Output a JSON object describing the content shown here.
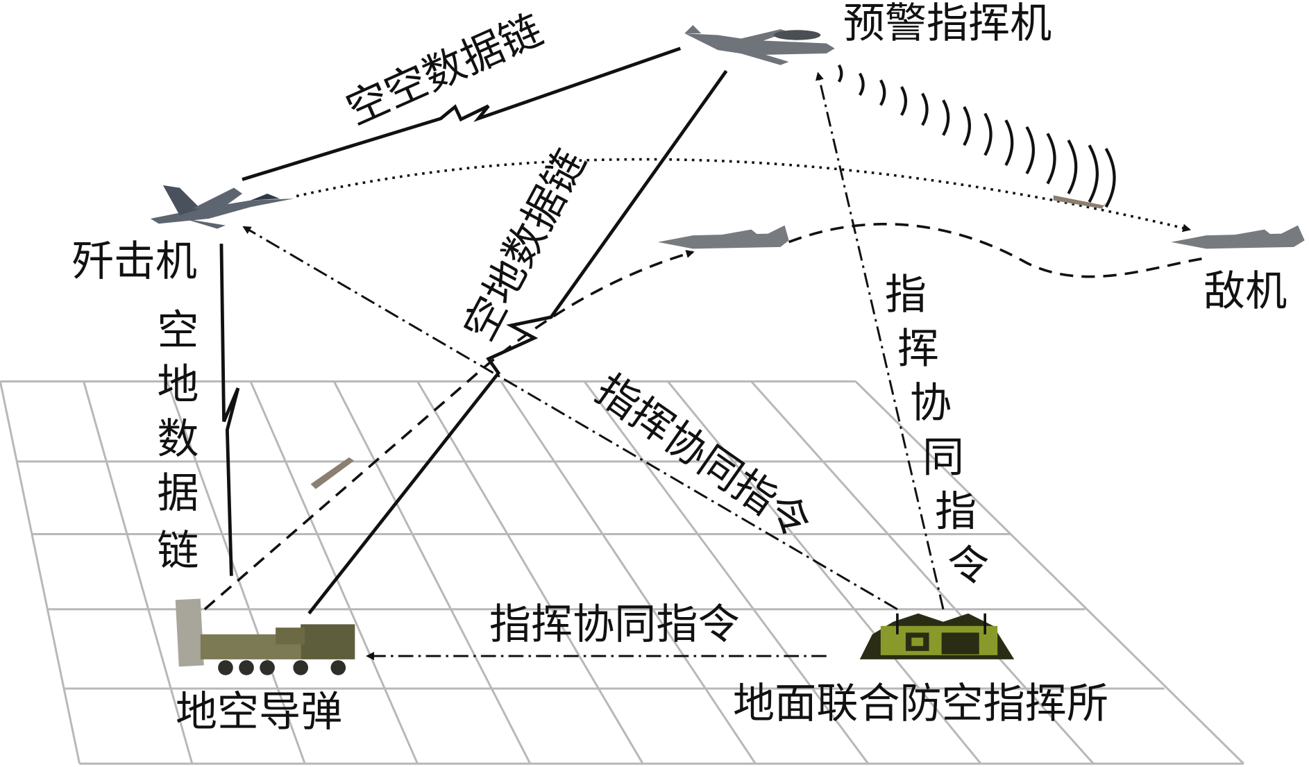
{
  "nodes": {
    "awacs": "预警指挥机",
    "fighter": "歼击机",
    "enemy": "敌机",
    "sam": "地空导弹",
    "command_post": "地面联合防空指挥所"
  },
  "links": {
    "air_air": "空空数据链",
    "air_ground_diag": "空地数据链",
    "air_ground_vert": [
      "空",
      "地",
      "数",
      "据",
      "链"
    ],
    "cmd_diag": "指挥协同指令",
    "cmd_vert": [
      "指",
      "挥",
      "协",
      "同",
      "指",
      "令"
    ],
    "cmd_horiz": "指挥协同指令"
  },
  "colors": {
    "line": "#111111",
    "grid": "#b8b8b8",
    "aircraft": "#6f747a",
    "vehicle": "#6b6a45",
    "post": "#8a9a2a"
  }
}
